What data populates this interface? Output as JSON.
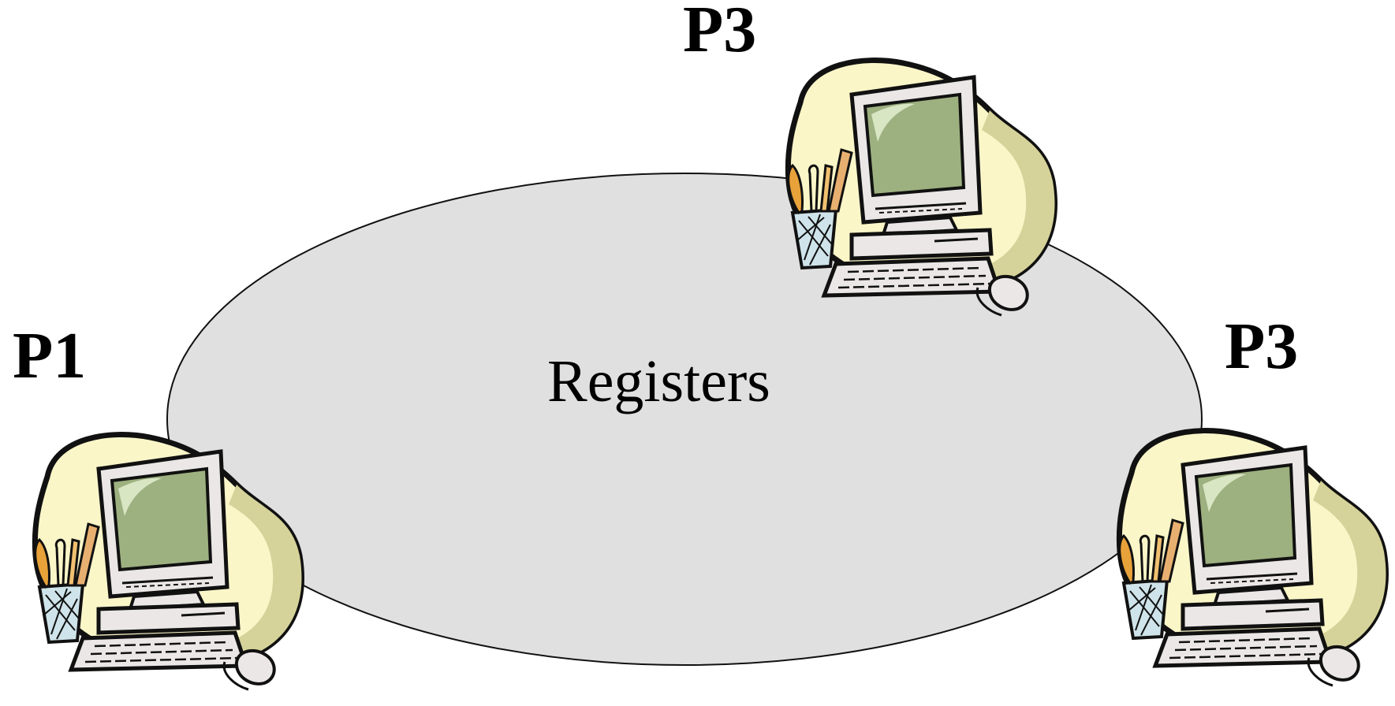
{
  "diagram": {
    "center_label": "Registers",
    "nodes": [
      {
        "id": "top",
        "label": "P3"
      },
      {
        "id": "left",
        "label": "P1"
      },
      {
        "id": "right",
        "label": "P3"
      }
    ]
  },
  "colors": {
    "ellipse_fill": "#e0e0e0",
    "blob_fill": "#fbf6c8",
    "blob_shade": "#d6d39a",
    "monitor_body": "#ece7e7",
    "screen": "#9db07f",
    "outline": "#111111"
  },
  "icons": [
    "computer-icon",
    "pencil-cup-icon",
    "mouse-icon"
  ]
}
